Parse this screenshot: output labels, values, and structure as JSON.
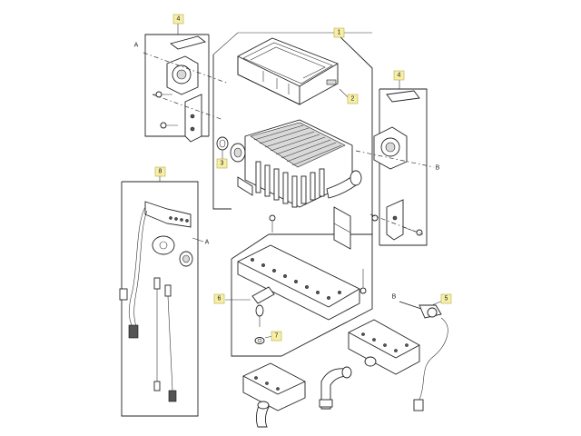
{
  "callouts": [
    {
      "id": "c1",
      "label": "1"
    },
    {
      "id": "c2",
      "label": "2"
    },
    {
      "id": "c3",
      "label": "3"
    },
    {
      "id": "c4a",
      "label": "4"
    },
    {
      "id": "c4b",
      "label": "4"
    },
    {
      "id": "c5",
      "label": "5"
    },
    {
      "id": "c6",
      "label": "6"
    },
    {
      "id": "c7",
      "label": "7"
    },
    {
      "id": "c8",
      "label": "8"
    }
  ],
  "refs": {
    "a_left": "A",
    "a_sensor": "A",
    "b_right": "B",
    "b_lower": "B"
  },
  "colors": {
    "callout_fill": "#f6f0a6",
    "line": "#222222"
  }
}
